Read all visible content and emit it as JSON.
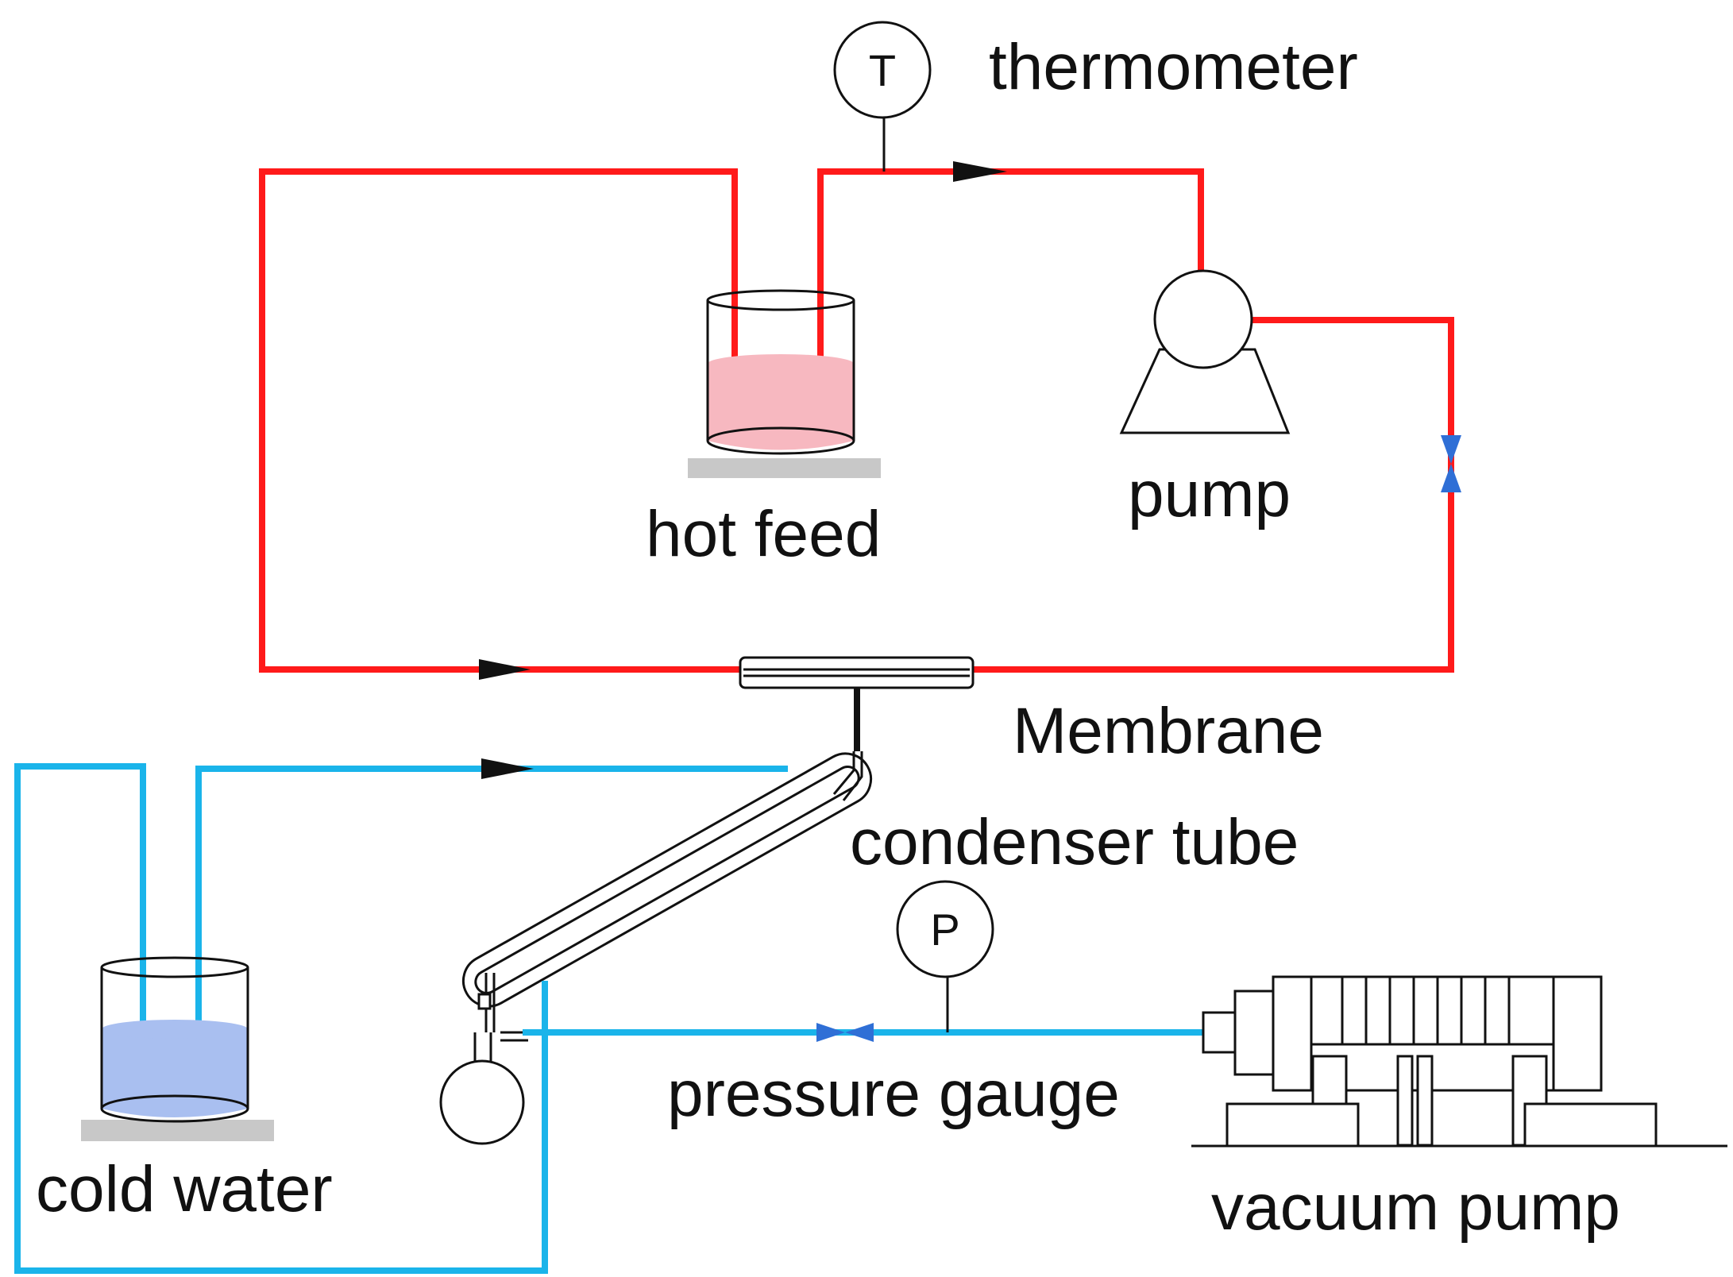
{
  "labels": {
    "thermometer": "thermometer",
    "hot_feed": "hot feed",
    "pump": "pump",
    "membrane": "Membrane",
    "condenser_tube": "condenser tube",
    "pressure_gauge": "pressure gauge",
    "cold_water": "cold water",
    "vacuum_pump": "vacuum pump"
  },
  "gauges": {
    "thermometer_symbol": "T",
    "pressure_symbol": "P"
  },
  "colors": {
    "hot_line": "#ff1a1a",
    "cold_line": "#1ab4ea",
    "hot_liquid": "#f7b8c0",
    "cold_liquid": "#a9bff0",
    "valve": "#2f6fd6"
  }
}
